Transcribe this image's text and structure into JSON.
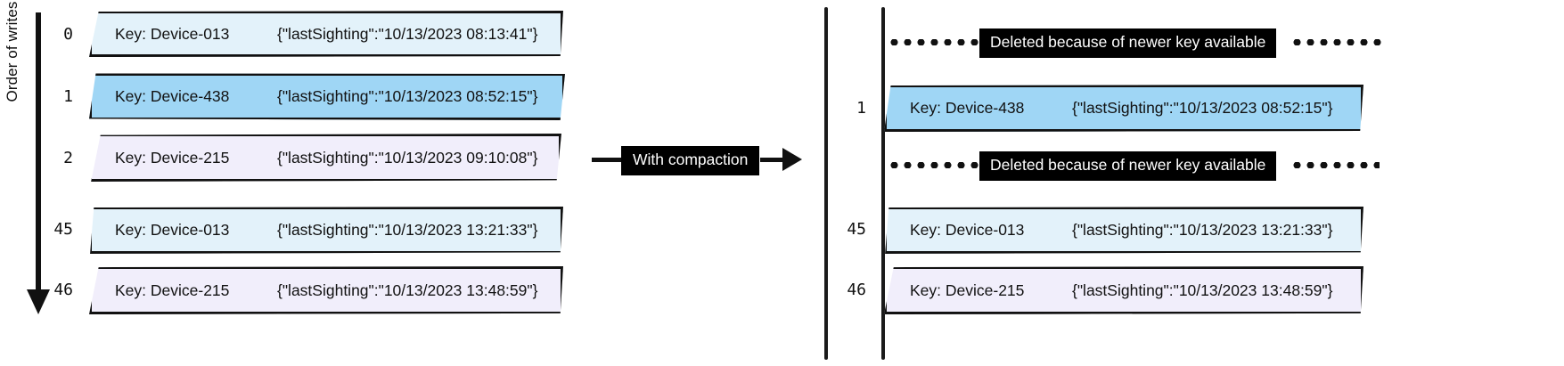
{
  "diagram": {
    "axis": {
      "label": "Order of writes"
    },
    "transform": {
      "label": "With compaction"
    },
    "deleted_note": "Deleted because of newer key available",
    "colors": {
      "fill_cyan": "#e3f2fa",
      "fill_blue": "#9fd6f5",
      "fill_lavender": "#f1eefb",
      "stroke": "#111111",
      "label_bg": "#000000",
      "label_fg": "#ffffff"
    }
  },
  "left_panel": {
    "rows": [
      {
        "index": "0",
        "key": "Key: Device-013",
        "value": "{\"lastSighting\":\"10/13/2023 08:13:41\"}",
        "fill": "cyan"
      },
      {
        "index": "1",
        "key": "Key: Device-438",
        "value": "{\"lastSighting\":\"10/13/2023 08:52:15\"}",
        "fill": "blue"
      },
      {
        "index": "2",
        "key": "Key: Device-215",
        "value": "{\"lastSighting\":\"10/13/2023 09:10:08\"}",
        "fill": "lavender"
      },
      {
        "index": "45",
        "key": "Key: Device-013",
        "value": "{\"lastSighting\":\"10/13/2023 13:21:33\"}",
        "fill": "cyan"
      },
      {
        "index": "46",
        "key": "Key: Device-215",
        "value": "{\"lastSighting\":\"10/13/2023 13:48:59\"}",
        "fill": "lavender"
      }
    ]
  },
  "right_panel": {
    "rows": [
      {
        "kind": "deleted",
        "note": "Deleted because of newer key available"
      },
      {
        "kind": "record",
        "index": "1",
        "key": "Key: Device-438",
        "value": "{\"lastSighting\":\"10/13/2023 08:52:15\"}",
        "fill": "blue"
      },
      {
        "kind": "deleted",
        "note": "Deleted because of newer key available"
      },
      {
        "kind": "record",
        "index": "45",
        "key": "Key: Device-013",
        "value": "{\"lastSighting\":\"10/13/2023 13:21:33\"}",
        "fill": "cyan"
      },
      {
        "kind": "record",
        "index": "46",
        "key": "Key: Device-215",
        "value": "{\"lastSighting\":\"10/13/2023 13:48:59\"}",
        "fill": "lavender"
      }
    ]
  }
}
